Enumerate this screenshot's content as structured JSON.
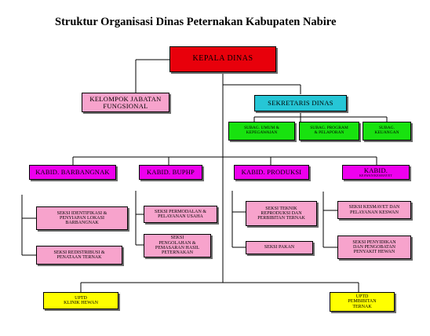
{
  "title": "Struktur  Organisasi Dinas Peternakan Kabupaten Nabire",
  "head": "KEPALA DINAS",
  "kelompok": "KELOMPOK JABATAN\nFUNGSIONAL",
  "sekretaris": "SEKRETARIS DINAS",
  "subbag": [
    "SUBAG. UMUM &\nKEPEGAWAIAN",
    "SUBAG. PROGRAM\n& PELAPORAN",
    "SUBAG.\nKEUANGAN"
  ],
  "kabid": {
    "barbangnak": "KABID. BARBANGNAK",
    "buphp": "KABID. BUPHP",
    "produksi": "KABID. PRODUKSI",
    "keswan_label": "KABID.",
    "keswan_sub": "KESWAN/KESMAVET"
  },
  "seksi": {
    "barbangnak_1": "SEKSI IDENTIFIKASI &\nPENYIAPAN LOKASI\nBARBANGNAK",
    "barbangnak_2": "SEKSI REDISTRIBUSI &\nPENATAAN TERNAK",
    "buphp_1": "SEKSI PERMODALAN &\nPELAYANAN USAHA",
    "buphp_2": "SEKSI\nPENGOLAHAN &\nPEMASARAN HASIL\nPETERNAKAN",
    "produksi_1": "SEKSI TEKNIK\nREPRODUKSI DAN\nPERBIBITAN TERNAK",
    "produksi_2": "SEKSI PAKAN",
    "keswan_1": "SEKSI KESMAVET DAN\nPELAYANAN KESWAN",
    "keswan_2": "SEKSI PENYIDIKAN\nDAN PENGOBATAN\nPENYAKIT HEWAN"
  },
  "uptd": {
    "klinik": "UPTD\nKLINIK HEWAN",
    "pembibitan": "UPTD\nPEMBIBITAN\nTERNAK"
  },
  "colors": {
    "head": "#e8000b",
    "pink": "#f7a3cc",
    "cyan": "#26c6d6",
    "green": "#18e20f",
    "magenta": "#ee00ee",
    "yellow": "#ffff00"
  }
}
